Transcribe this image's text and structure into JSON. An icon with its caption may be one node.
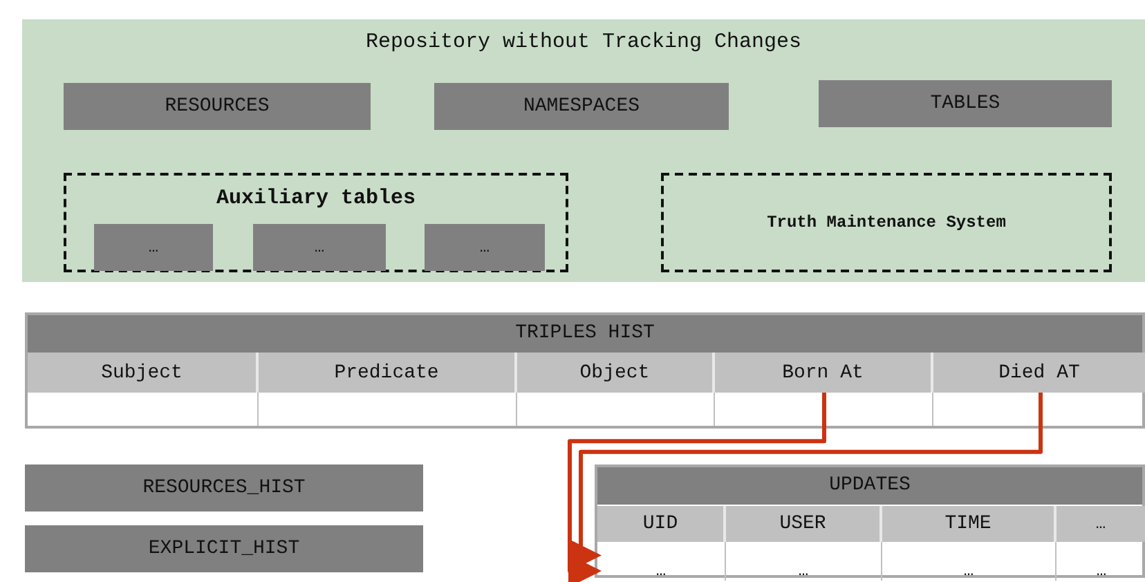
{
  "diagram": {
    "nodes": [
      {
        "text": [
          "Repository without Tracking Changes"
        ]
      },
      {
        "text": [
          "RESOURCES"
        ],
        "in": 0
      },
      {
        "text": [
          "NAMESPACES"
        ],
        "in": 0
      },
      {
        "text": [
          "TABLES"
        ],
        "in": 0
      },
      {
        "text": [
          "Auxiliary tables"
        ],
        "in": 0
      },
      {
        "text": [
          "…"
        ],
        "in": 4
      },
      {
        "text": [
          "…"
        ],
        "in": 4
      },
      {
        "text": [
          "…"
        ],
        "in": 4
      },
      {
        "text": [
          "Truth Maintenance System"
        ],
        "in": 0
      },
      {
        "text": [
          "TRIPLES HIST"
        ]
      },
      {
        "text": [
          "Subject"
        ],
        "in": 9
      },
      {
        "text": [
          "Predicate"
        ],
        "in": 9
      },
      {
        "text": [
          "Object"
        ],
        "in": 9
      },
      {
        "text": [
          "Born At"
        ],
        "in": 9
      },
      {
        "text": [
          "Died AT"
        ],
        "in": 9
      },
      {
        "text": [
          "RESOURCES_HIST"
        ]
      },
      {
        "text": [
          "EXPLICIT_HIST"
        ]
      },
      {
        "text": [
          "UPDATES"
        ]
      },
      {
        "text": [
          "UID"
        ],
        "in": 17
      },
      {
        "text": [
          "USER"
        ],
        "in": 17
      },
      {
        "text": [
          "TIME"
        ],
        "in": 17
      },
      {
        "text": [
          "…"
        ],
        "in": 17
      },
      {
        "text": [
          "…"
        ],
        "in": 17
      },
      {
        "text": [
          "…"
        ],
        "in": 17
      },
      {
        "text": [
          "…"
        ],
        "in": 17
      },
      {
        "text": [
          "…"
        ],
        "in": 17
      }
    ],
    "edges": [
      {
        "from": 13,
        "to": 22,
        "arrow": "to"
      },
      {
        "from": 14,
        "to": 22,
        "arrow": "to"
      }
    ]
  }
}
